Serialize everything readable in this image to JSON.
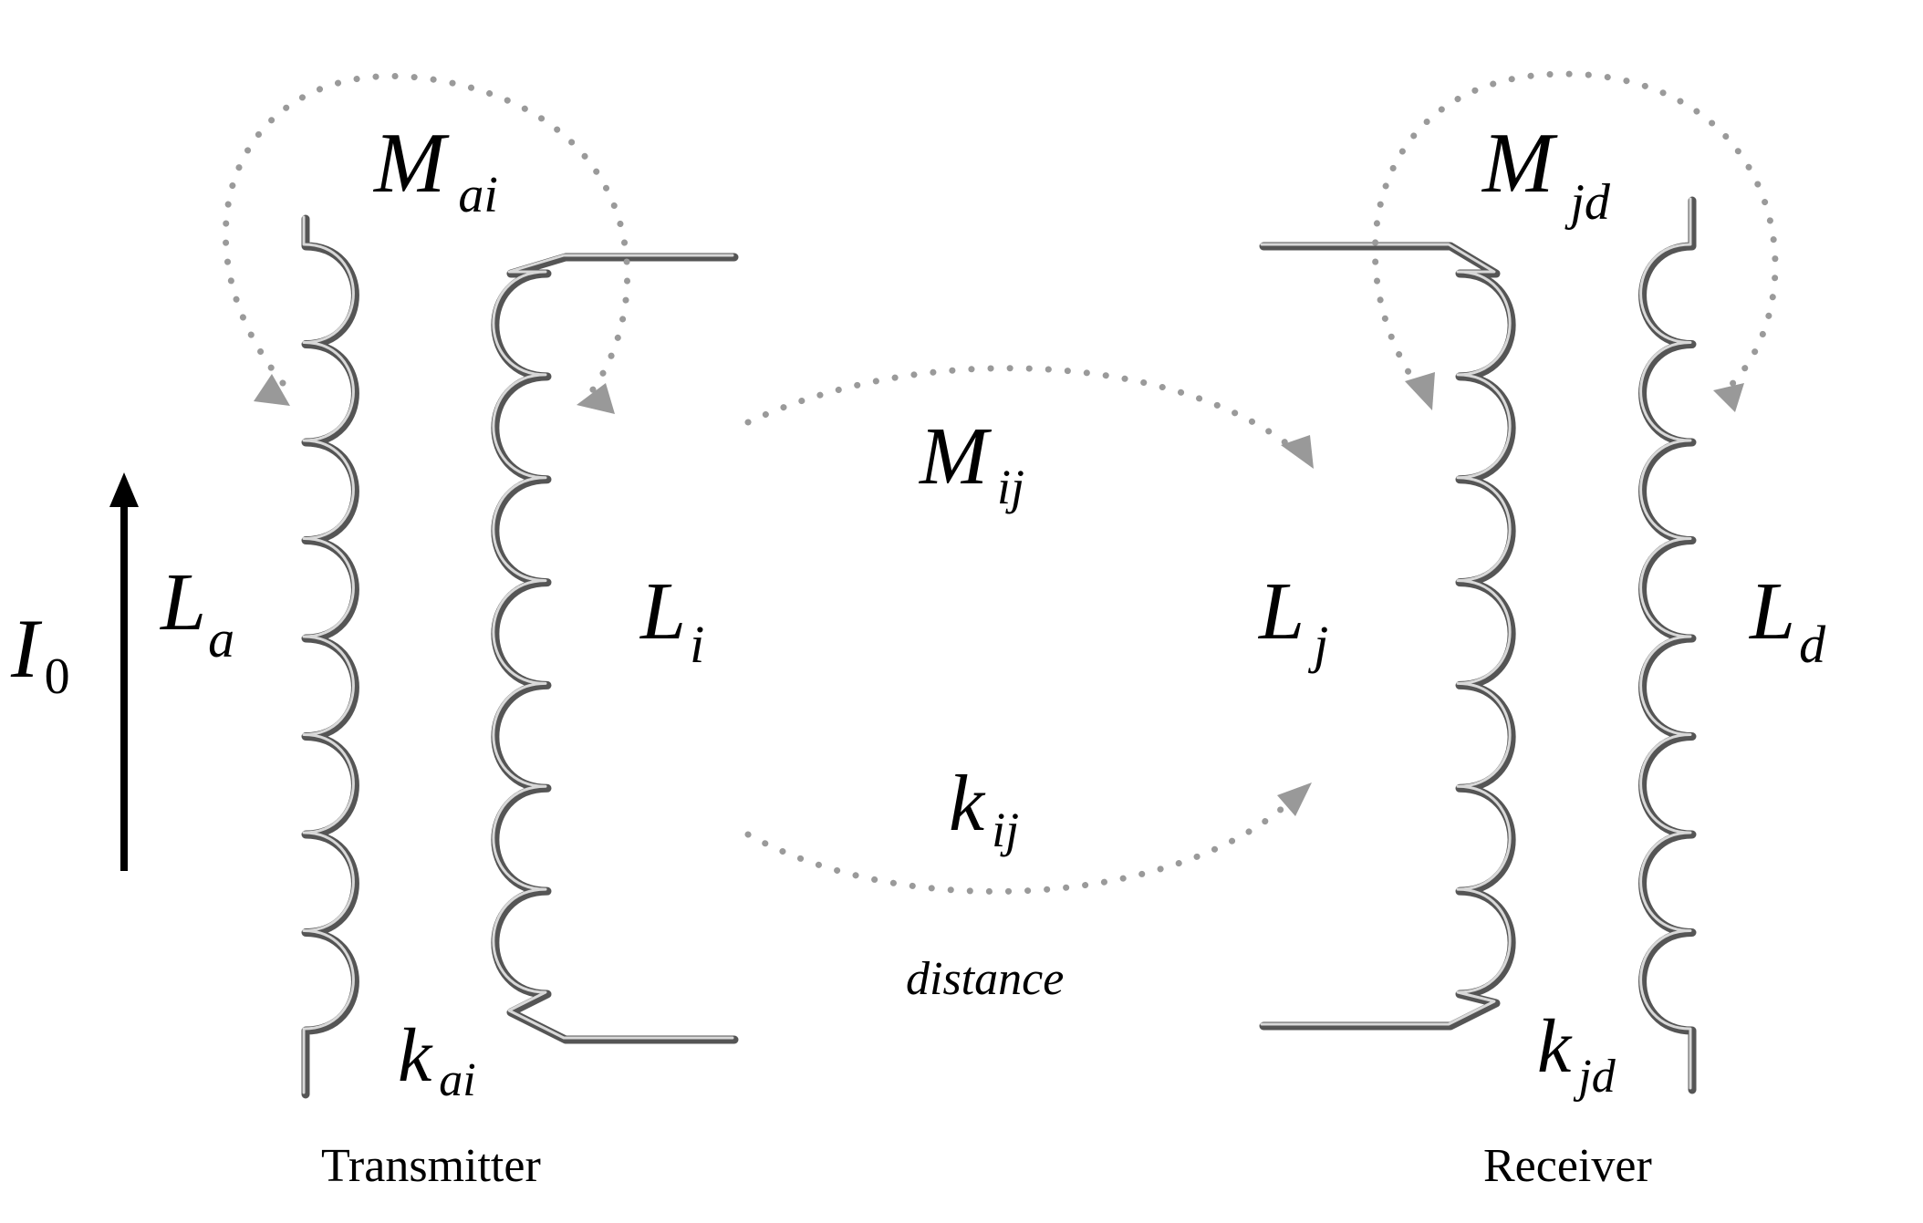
{
  "colors": {
    "coil": "#555555",
    "coil_highlight": "#d8d8d8",
    "coupling_arrows": "#9a9a9a",
    "current_arrow": "#000000",
    "text": "#000000",
    "background": "#ffffff"
  },
  "labels": {
    "current": {
      "main": "I",
      "sub": "0"
    },
    "La": {
      "main": "L",
      "sub": "a"
    },
    "Li": {
      "main": "L",
      "sub": "i"
    },
    "Lj": {
      "main": "L",
      "sub": "j"
    },
    "Ld": {
      "main": "L",
      "sub": "d"
    },
    "Mai": {
      "main": "M",
      "sub": "ai"
    },
    "Mij": {
      "main": "M",
      "sub": "ij"
    },
    "Mjd": {
      "main": "M",
      "sub": "jd"
    },
    "kij": {
      "main": "k",
      "sub": "ij"
    },
    "kai": {
      "main": "k",
      "sub": "ai"
    },
    "kjd": {
      "main": "k",
      "sub": "jd"
    },
    "distance": "distance",
    "transmitter": "Transmitter",
    "receiver": "Receiver"
  }
}
